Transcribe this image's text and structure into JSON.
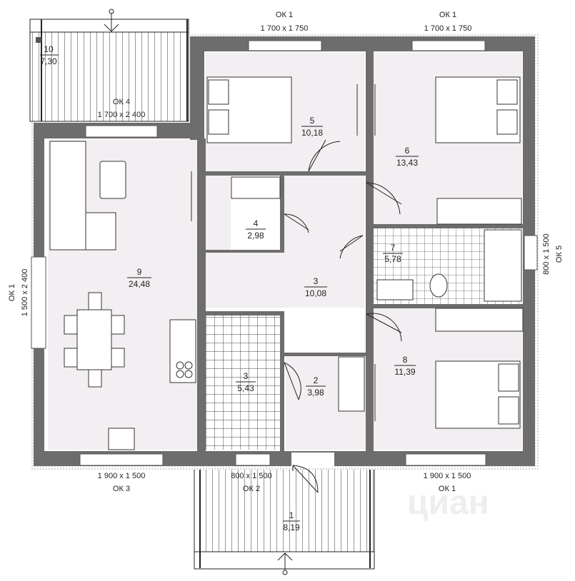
{
  "colors": {
    "wall": "#6d6d6d",
    "room_fill": "#f3eef1",
    "deck": "#ffffff",
    "line": "#222222",
    "watermark": "#eeeeee"
  },
  "windows": {
    "ok1_top_left": {
      "name": "ОК 1",
      "size": "1 700 x 1 750"
    },
    "ok1_top_right": {
      "name": "ОК 1",
      "size": "1 700 x 1 750"
    },
    "ok4": {
      "name": "ОК 4",
      "size": "1 700 х 2 400"
    },
    "ok1_left": {
      "name": "ОК 1",
      "size": "1 500 x 2 400"
    },
    "ok5_right": {
      "name": "ОК 5",
      "size": "800 x 1 500"
    },
    "ok3_bottom": {
      "name": "ОК 3",
      "size": "1 900 x 1 500"
    },
    "ok2_bottom": {
      "name": "ОК 2",
      "size": "800 x 1 500"
    },
    "ok1_bottom_right": {
      "name": "ОК 1",
      "size": "1 900 x 1 500"
    }
  },
  "rooms": [
    {
      "num": "10",
      "area": "7,30"
    },
    {
      "num": "5",
      "area": "10,18"
    },
    {
      "num": "6",
      "area": "13,43"
    },
    {
      "num": "4",
      "area": "2,98"
    },
    {
      "num": "7",
      "area": "5,78"
    },
    {
      "num": "9",
      "area": "24,48"
    },
    {
      "num": "3",
      "area": "10,08"
    },
    {
      "num": "3",
      "area": "5,43"
    },
    {
      "num": "2",
      "area": "3,98"
    },
    {
      "num": "8",
      "area": "11,39"
    },
    {
      "num": "1",
      "area": "8,19"
    }
  ],
  "watermark": "циан"
}
